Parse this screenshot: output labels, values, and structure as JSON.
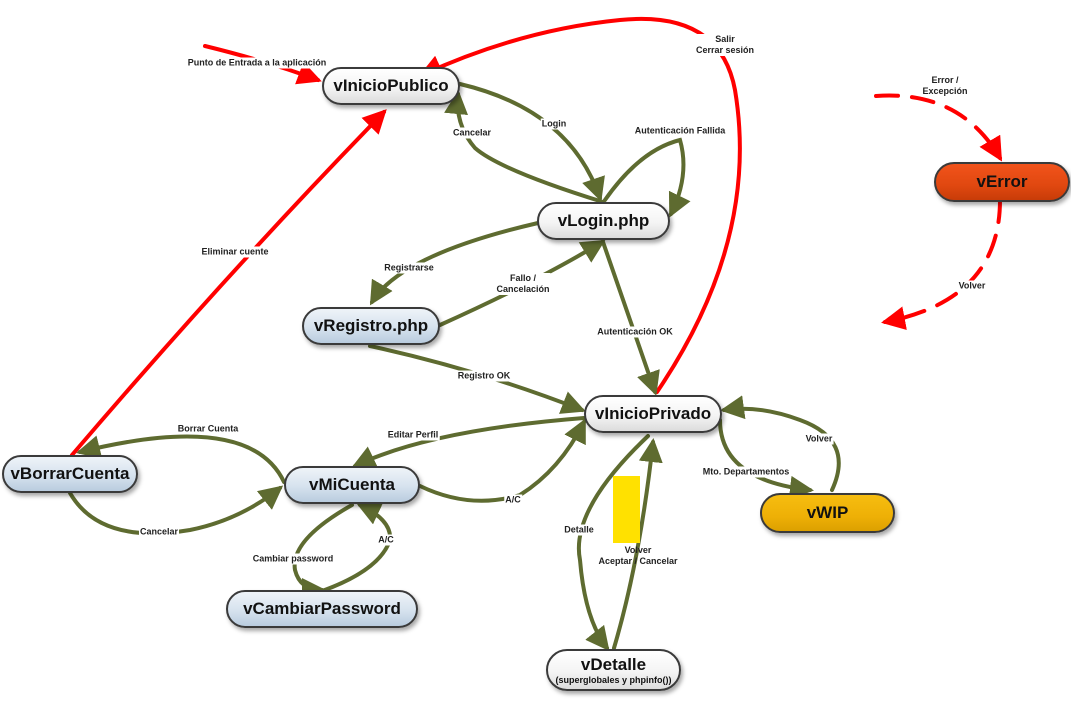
{
  "diagram": {
    "type": "state-navigation-diagram",
    "colors": {
      "normal_transition": "#5e6b30",
      "special_transition": "#ff0000",
      "node_white": "#f4f4f4",
      "node_blue": "#d6e2ee",
      "node_error": "#e04810",
      "node_wip": "#eeb006",
      "sticky_note": "#ffe100"
    },
    "nodes": {
      "vInicioPublico": {
        "title": "vInicioPublico"
      },
      "vLogin": {
        "title": "vLogin.php"
      },
      "vRegistro": {
        "title": "vRegistro.php"
      },
      "vInicioPrivado": {
        "title": "vInicioPrivado"
      },
      "vBorrarCuenta": {
        "title": "vBorrarCuenta"
      },
      "vMiCuenta": {
        "title": "vMiCuenta"
      },
      "vCambiarPassword": {
        "title": "vCambiarPassword"
      },
      "vDetalle": {
        "title": "vDetalle",
        "subtitle": "(superglobales y phpinfo())"
      },
      "vWIP": {
        "title": "vWIP"
      },
      "vError": {
        "title": "vError"
      }
    },
    "labels": {
      "entry": "Punto de Entrada a la aplicación",
      "logout": [
        "Salir",
        "Cerrar sesión"
      ],
      "login": "Login",
      "cancel_login": "Cancelar",
      "auth_failed": "Autenticación Fallida",
      "register": "Registrarse",
      "register_fail": [
        "Fallo /",
        "Cancelación"
      ],
      "auth_ok": "Autenticación OK",
      "register_ok": "Registro OK",
      "delete_account": "Eliminar cuente",
      "borrar_cuenta": "Borrar Cuenta",
      "editar_perfil": "Editar Perfil",
      "cancel_borrar": "Cancelar",
      "ac_micuenta": "A/C",
      "cambiar_password": "Cambiar password",
      "ac_password": "A/C",
      "detalle": "Detalle",
      "volver_detalle": [
        "Volver",
        "Aceptar / Cancelar"
      ],
      "mto_departamentos": "Mto. Departamentos",
      "volver_wip": "Volver",
      "error": [
        "Error /",
        "Excepción"
      ],
      "volver_error": "Volver"
    }
  }
}
